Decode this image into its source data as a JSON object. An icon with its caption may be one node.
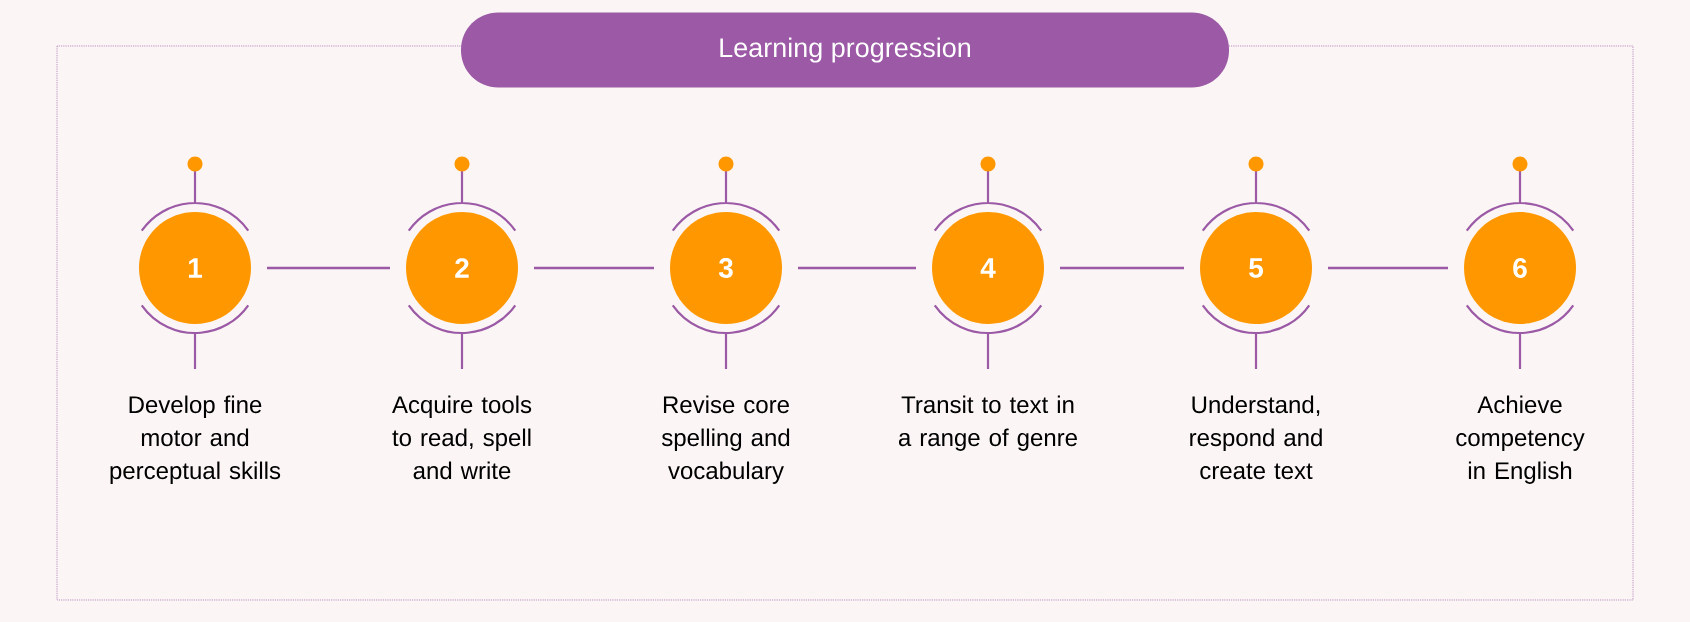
{
  "diagram": {
    "nodes": [
      {
        "text": [
          "Learning progression"
        ]
      },
      {
        "text": [
          "1"
        ],
        "beside": [
          "Develop fine motor and perceptual skills"
        ]
      },
      {
        "text": [
          "2"
        ],
        "beside": [
          "Acquire tools to read, spell and write"
        ]
      },
      {
        "text": [
          "3"
        ],
        "beside": [
          "Revise core spelling and vocabulary"
        ]
      },
      {
        "text": [
          "4"
        ],
        "beside": [
          "Transit to text in a range of genre"
        ]
      },
      {
        "text": [
          "5"
        ],
        "beside": [
          "Understand, respond and create text"
        ]
      },
      {
        "text": [
          "6"
        ],
        "beside": [
          "Achieve competency in English"
        ]
      }
    ],
    "edges": [
      {
        "from": 1,
        "to": 2,
        "arrow": "none"
      },
      {
        "from": 2,
        "to": 3,
        "arrow": "none"
      },
      {
        "from": 3,
        "to": 4,
        "arrow": "none"
      },
      {
        "from": 4,
        "to": 5,
        "arrow": "none"
      },
      {
        "from": 5,
        "to": 6,
        "arrow": "none"
      }
    ]
  }
}
